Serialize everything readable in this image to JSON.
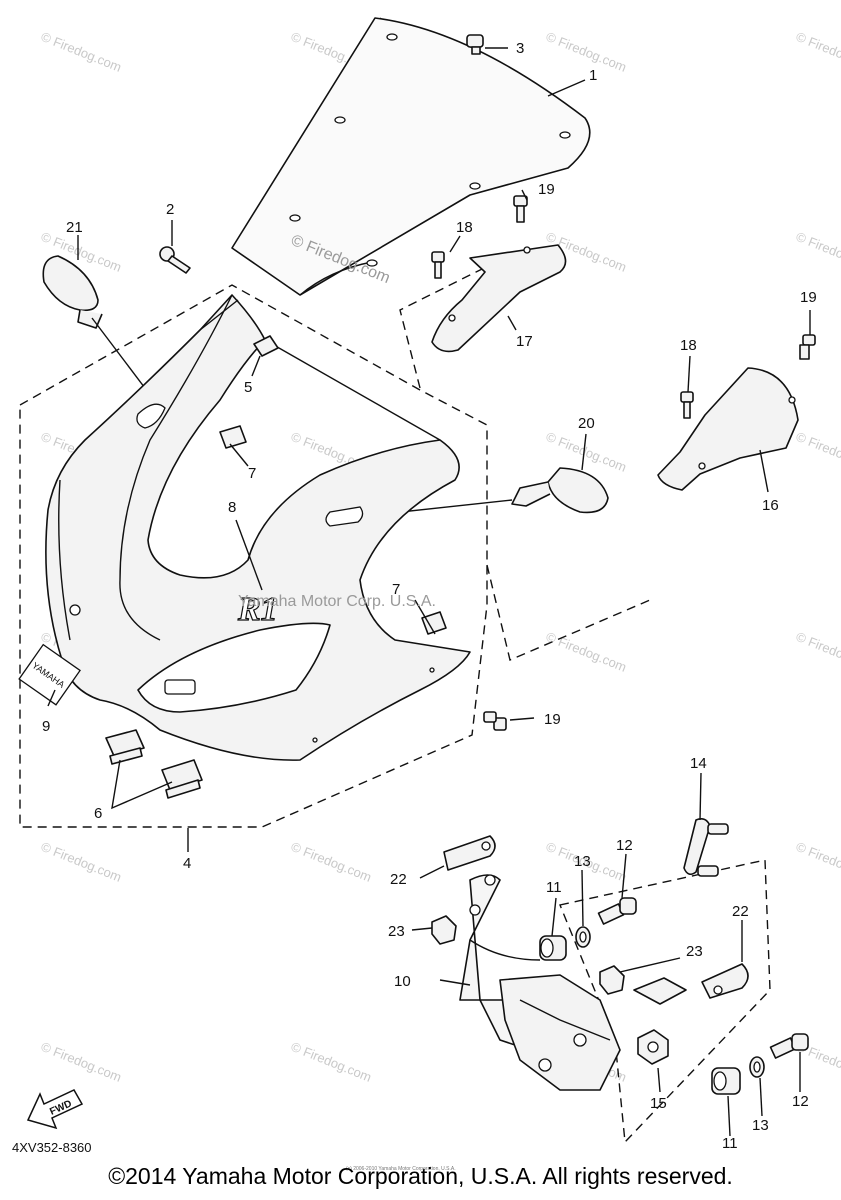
{
  "watermark": {
    "tile": "© Firedog.com",
    "center1": "© Firedog.com",
    "center2": "Yamaha Motor Corp. U.S.A."
  },
  "diagram_code": "4XV352-8360",
  "fwd_label": "FWD",
  "emblem_text": "YAMAHA",
  "logo_text": "R1",
  "small_print": "(c) 2006-2010 Yamaha Motor Corporation, U.S.A.",
  "copyright": "©2014 Yamaha Motor Corporation, U.S.A. All rights reserved.",
  "callouts": [
    "1",
    "2",
    "3",
    "4",
    "5",
    "6",
    "7",
    "8",
    "9",
    "10",
    "11",
    "12",
    "13",
    "14",
    "15",
    "16",
    "17",
    "18",
    "19",
    "20",
    "21",
    "22",
    "23"
  ]
}
